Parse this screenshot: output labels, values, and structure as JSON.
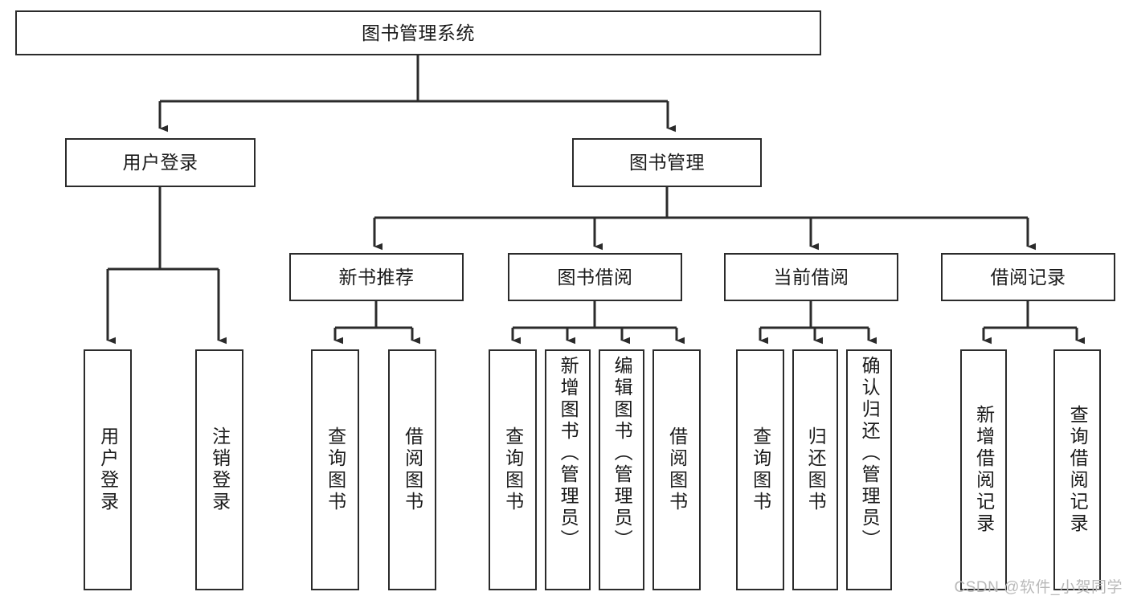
{
  "diagram": {
    "type": "hierarchy-tree",
    "title": "图书管理系统",
    "style": {
      "background": "#ffffff",
      "box_stroke": "#2b2b2b",
      "box_fill": "#ffffff",
      "edge_color": "#2b2b2b",
      "text_color": "#1a1a1a",
      "watermark_color": "#b9b9b9"
    }
  },
  "root": {
    "label": "图书管理系统"
  },
  "level2": [
    {
      "label": "用户登录"
    },
    {
      "label": "图书管理"
    }
  ],
  "level3": [
    {
      "label": "新书推荐"
    },
    {
      "label": "图书借阅"
    },
    {
      "label": "当前借阅"
    },
    {
      "label": "借阅记录"
    }
  ],
  "leaves": {
    "user_login": [
      {
        "label": "用户登录"
      },
      {
        "label": "注销登录"
      }
    ],
    "new_book_recommend": [
      {
        "label": "查询图书"
      },
      {
        "label": "借阅图书"
      }
    ],
    "book_borrow": [
      {
        "label": "查询图书"
      },
      {
        "label": "新增图书（管理员）"
      },
      {
        "label": "编辑图书（管理员）"
      },
      {
        "label": "借阅图书"
      }
    ],
    "current_borrow": [
      {
        "label": "查询图书"
      },
      {
        "label": "归还图书"
      },
      {
        "label": "确认归还（管理员）"
      }
    ],
    "borrow_records": [
      {
        "label": "新增借阅记录"
      },
      {
        "label": "查询借阅记录"
      }
    ]
  },
  "watermark": {
    "text": "CSDN @软件_小贺同学"
  }
}
